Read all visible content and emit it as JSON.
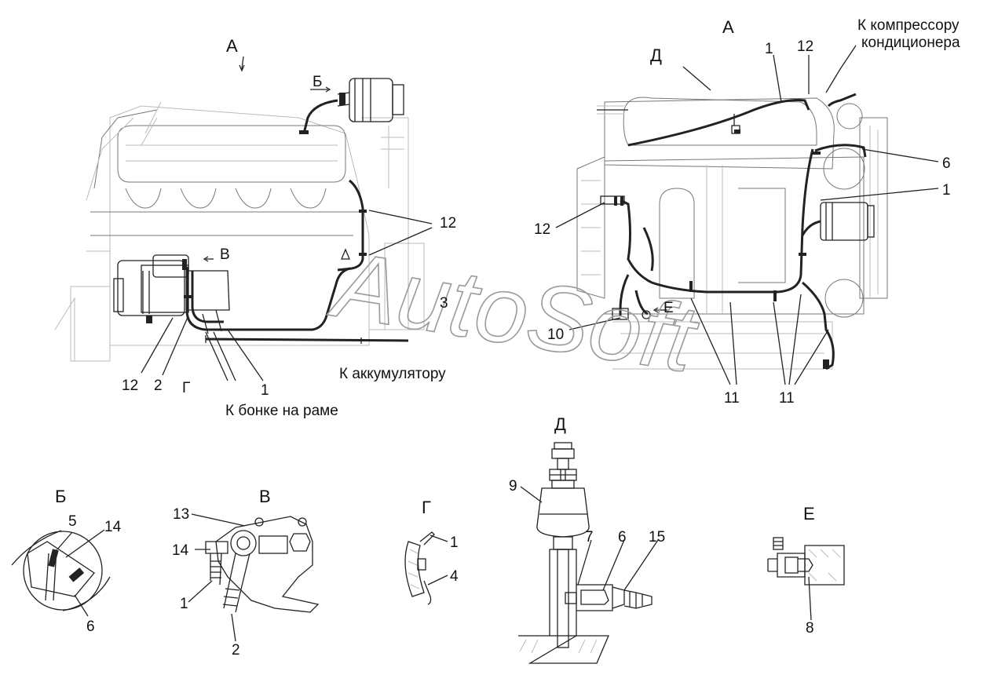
{
  "view_labels": {
    "main_left": "А",
    "main_right": "А",
    "b": "Б",
    "v": "В",
    "g": "Г",
    "d": "Д",
    "e": "Е",
    "d_right": "Д",
    "e_right": "Е",
    "b_left": "Б",
    "v_left": "В",
    "g_left": "Г"
  },
  "notes": {
    "to_compressor_line1": "К компрессору",
    "to_compressor_line2": "кондиционера",
    "to_battery": "К аккумулятору",
    "to_frame_tank": "К бонке на раме"
  },
  "callouts_left": [
    "12",
    "12",
    "2",
    "1",
    "3"
  ],
  "callouts_right": [
    "1",
    "12",
    "6",
    "1",
    "12",
    "10",
    "11",
    "11"
  ],
  "callouts_b": [
    "5",
    "14",
    "6"
  ],
  "callouts_v": [
    "13",
    "14",
    "1",
    "2"
  ],
  "callouts_g": [
    "1",
    "4"
  ],
  "callouts_d": [
    "9",
    "7",
    "6",
    "15"
  ],
  "callouts_e": [
    "8"
  ],
  "watermark": "AutoSoft"
}
